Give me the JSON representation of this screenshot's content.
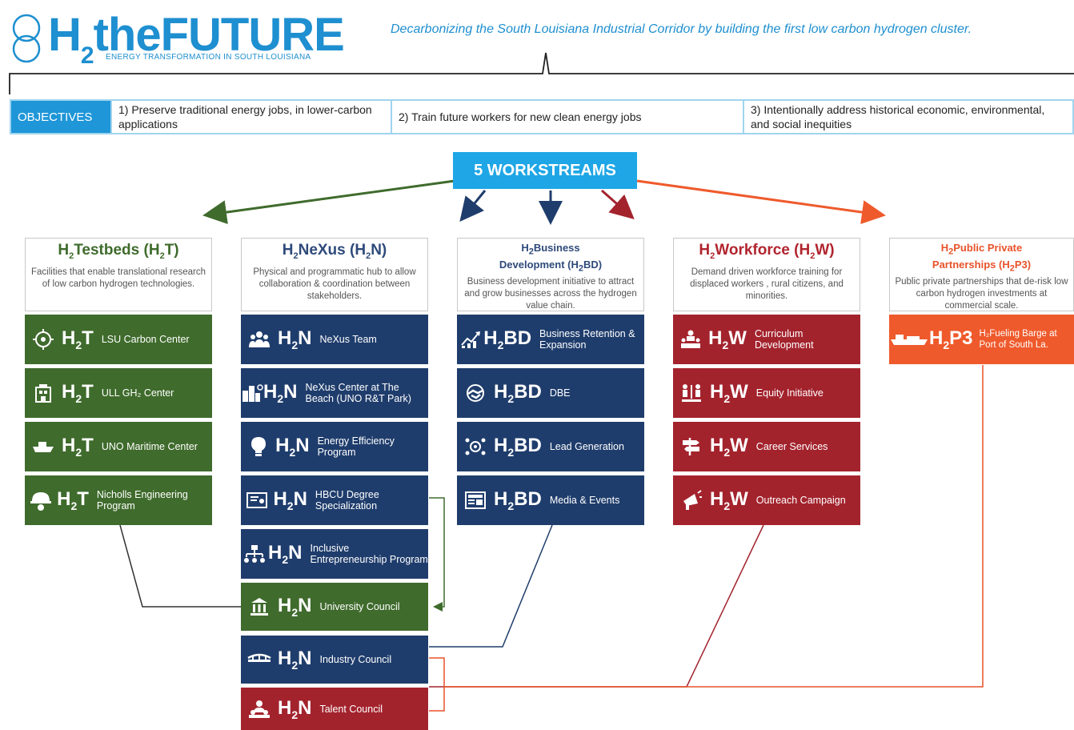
{
  "header": {
    "logo_main": "H",
    "logo_sub": "2",
    "logo_rest": "theFUTURE",
    "logo_tagline": "ENERGY TRANSFORMATION IN SOUTH LOUISIANA",
    "tagline": "Decarbonizing the South Louisiana Industrial Corridor by building the first low carbon hydrogen cluster."
  },
  "objectives": {
    "label": "OBJECTIVES",
    "items": [
      "1) Preserve traditional energy jobs, in lower-carbon applications",
      "2) Train future workers for new clean energy jobs",
      "3) Intentionally address historical economic, environmental, and social inequities"
    ]
  },
  "workstreams_label": "5 WORKSTREAMS",
  "colors": {
    "testbeds": "#3f6b2c",
    "nexus": "#1f3d6c",
    "business": "#1f3d6c",
    "workforce": "#a3232d",
    "ppp": "#ef5a2c",
    "accent": "#1ea6e6"
  },
  "columns": {
    "testbeds": {
      "title": "Testbeds (H",
      "title_tail": "T)",
      "desc": "Facilities that enable translational research of low carbon hydrogen technologies.",
      "code": "T",
      "tiles": [
        {
          "label": "LSU Carbon Center",
          "icon": "target-icon"
        },
        {
          "label": "ULL GH₂ Center",
          "icon": "building-icon"
        },
        {
          "label": "UNO Maritime Center",
          "icon": "ship-icon"
        },
        {
          "label": "Nicholls Engineering Program",
          "icon": "hardhat-icon"
        }
      ]
    },
    "nexus": {
      "title": "NeXus (H",
      "title_tail": "N)",
      "desc": "Physical and programmatic hub to allow collaboration & coordination between stakeholders.",
      "code": "N",
      "tiles": [
        {
          "label": "NeXus Team",
          "icon": "team-icon"
        },
        {
          "label": "NeXus Center at The Beach (UNO R&T Park)",
          "icon": "city-icon"
        },
        {
          "label": "Energy Efficiency Program",
          "icon": "lightbulb-icon"
        },
        {
          "label": "HBCU Degree Specialization",
          "icon": "certificate-icon"
        },
        {
          "label": "Inclusive Entrepreneurship Program",
          "icon": "network-icon"
        },
        {
          "label": "University Council",
          "icon": "capitol-icon"
        },
        {
          "label": "Industry Council",
          "icon": "bridge-icon"
        },
        {
          "label": "Talent Council",
          "icon": "people-icon"
        }
      ]
    },
    "business": {
      "title_pre": "Business",
      "title_line2": "Development (H",
      "title_tail": "BD)",
      "desc": "Business development initiative to attract and grow businesses across the hydrogen value chain.",
      "code": "BD",
      "tiles": [
        {
          "label": "Business Retention & Expansion",
          "icon": "growth-icon"
        },
        {
          "label": "DBE",
          "icon": "handshake-icon"
        },
        {
          "label": "Lead Generation",
          "icon": "target-people-icon"
        },
        {
          "label": "Media & Events",
          "icon": "news-icon"
        }
      ]
    },
    "workforce": {
      "title": "Workforce (H",
      "title_tail": "W)",
      "desc": "Demand driven workforce training for displaced workers , rural citizens, and minorities.",
      "code": "W",
      "tiles": [
        {
          "label": "Curriculum Development",
          "icon": "classroom-icon"
        },
        {
          "label": "Equity Initiative",
          "icon": "equity-icon"
        },
        {
          "label": "Career Services",
          "icon": "signpost-icon"
        },
        {
          "label": "Outreach Campaign",
          "icon": "megaphone-icon"
        }
      ]
    },
    "ppp": {
      "title_pre": "Public Private",
      "title_line2": "Partnerships (H",
      "title_tail": "P3)",
      "desc": "Public private partnerships that de-risk low carbon hydrogen investments at commercial scale.",
      "code": "P3",
      "tiles": [
        {
          "label": "H₂Fueling Barge at Port of South La.",
          "icon": "barge-icon"
        }
      ]
    }
  }
}
